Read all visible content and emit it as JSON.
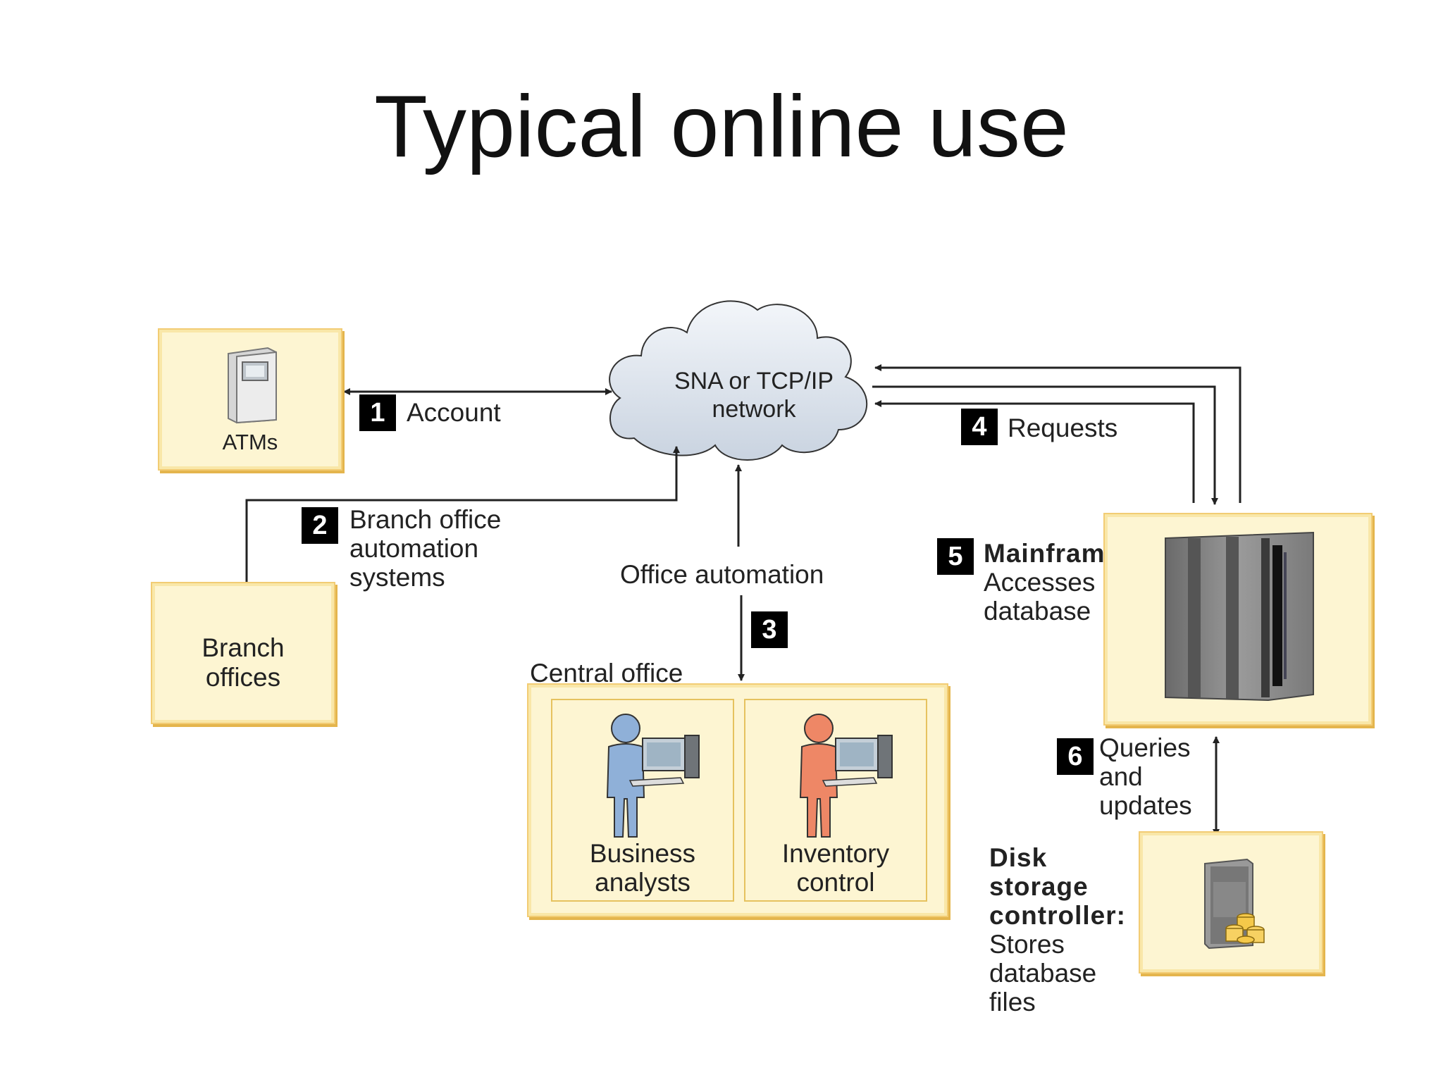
{
  "title": "Typical online use",
  "network": {
    "label_line1": "SNA or TCP/IP",
    "label_line2": "network"
  },
  "atm": {
    "label": "ATMs"
  },
  "branch": {
    "label_line1": "Branch",
    "label_line2": "offices"
  },
  "central": {
    "label": "Central office",
    "analysts": {
      "line1": "Business",
      "line2": "analysts"
    },
    "inventory": {
      "line1": "Inventory",
      "line2": "control"
    }
  },
  "steps": [
    {
      "number": "1",
      "lines": [
        "Account"
      ]
    },
    {
      "number": "2",
      "lines": [
        "Branch office",
        "automation",
        "systems"
      ]
    },
    {
      "number": "3",
      "lines": [
        "Office automation"
      ]
    },
    {
      "number": "4",
      "lines": [
        "Requests"
      ]
    },
    {
      "number": "5",
      "title": "Mainframe:",
      "lines": [
        "Accesses",
        "database"
      ]
    },
    {
      "number": "6",
      "lines": [
        "Queries",
        "and",
        "updates"
      ]
    }
  ],
  "disk": {
    "title_lines": [
      "Disk",
      "storage",
      "controller:"
    ],
    "lines": [
      "Stores",
      "database",
      "files"
    ]
  },
  "colors": {
    "box_fill": "#fdf5d2",
    "box_border": "#f2cc74",
    "analyst_person": "#8fb0d8",
    "inventory_person": "#ee8766",
    "cloud": "#dde5ef"
  }
}
